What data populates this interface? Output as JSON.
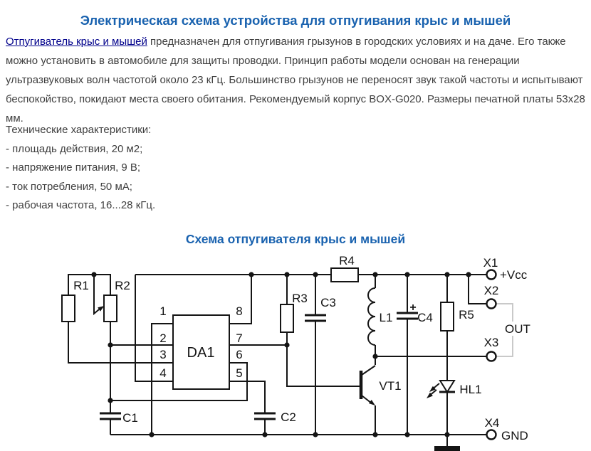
{
  "colors": {
    "heading": "#1962af",
    "link": "#00008b",
    "text": "#3f3f3f",
    "ink": "#141414",
    "bracket": "#c9c9c9"
  },
  "article": {
    "title": "Электрическая схема устройства для отпугивания крыс и мышей",
    "intro": {
      "link_text": "Отпугиватель крыс и мышей",
      "line1_rest": " предназначен для отпугивания грызунов в городских условиях и на даче. Его также",
      "line2": "можно установить в автомобиле для защиты проводки. Принцип работы модели основан на генерации",
      "line3": "ультразвуковых волн частотой около 23 кГц. Большинство грызунов не переносят звук такой частоты и испытывают",
      "line4": "беспокойство, покидают места своего обитания. Рекомендуемый корпус BOX-G020. Размеры печатной платы 53x28",
      "line5": "мм."
    },
    "specs_heading": "Технические характеристики:",
    "specs": [
      "- площадь действия, 20 м2;",
      "- напряжение питания, 9 В;",
      "- ток потребления, 50 мА;",
      "- рабочая частота, 16...28 кГц."
    ],
    "subtitle": "Схема отпугивателя крыс и мышей"
  },
  "circuit": {
    "ic": "DA1",
    "pins": [
      "1",
      "2",
      "3",
      "4",
      "5",
      "6",
      "7",
      "8"
    ],
    "components": {
      "r1": "R1",
      "r2": "R2",
      "r3": "R3",
      "r4": "R4",
      "r5": "R5",
      "c1": "C1",
      "c2": "C2",
      "c3": "C3",
      "c4": "C4",
      "l1": "L1",
      "vt1": "VT1",
      "hl1": "HL1",
      "plus": "+"
    },
    "terminals": {
      "x1": "X1",
      "x2": "X2",
      "x3": "X3",
      "x4": "X4",
      "vcc": "+Vcc",
      "gnd": "GND",
      "out": "OUT"
    }
  }
}
